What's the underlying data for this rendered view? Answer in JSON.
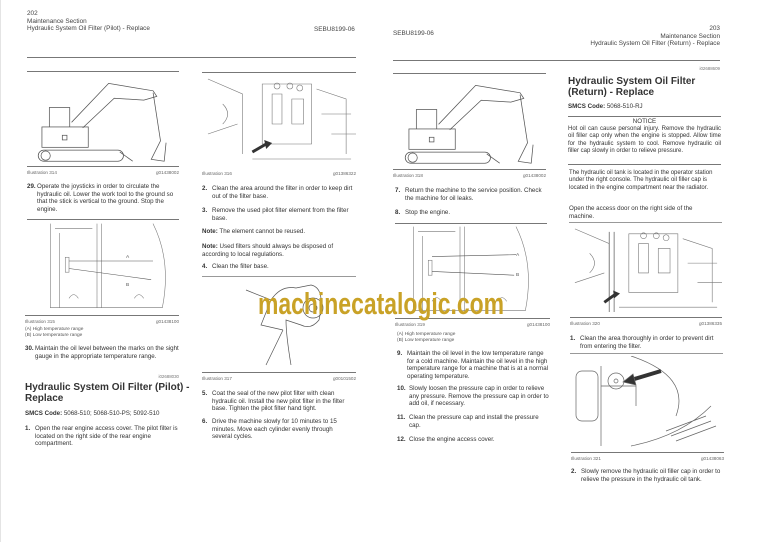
{
  "left_page": {
    "page_number": "202",
    "section": "Maintenance Section",
    "topic": "Hydraulic System Oil Filter (Pilot) - Replace",
    "doc_code": "SEBU8199-06",
    "ill314": {
      "label": "Illustration 314",
      "ref": "g01438002"
    },
    "step29": {
      "num": "29.",
      "text": "Operate the joysticks in order to circulate the hydraulic oil. Lower the work tool to the ground so that the stick is vertical to the ground. Stop the engine."
    },
    "ill315": {
      "label": "Illustration 315",
      "ref": "g01438100",
      "callout_a": "A",
      "callout_b": "B",
      "legend_a": "(A) High temperature range",
      "legend_b": "(B) Low temperature range"
    },
    "step30": {
      "num": "30.",
      "text": "Maintain the oil level between the marks on the sight gauge in the appropriate temperature range."
    },
    "section_id": "i02688030",
    "heading": "Hydraulic System Oil Filter (Pilot) - Replace",
    "smcs_label": "SMCS Code:",
    "smcs_value": "5068-510; 5068-510-PS; 5092-510",
    "step1": {
      "num": "1.",
      "text": "Open the rear engine access cover. The pilot filter is located on the right side of the rear engine compartment."
    },
    "ill316": {
      "label": "Illustration 316",
      "ref": "g01386322"
    },
    "step2": {
      "num": "2.",
      "text": "Clean the area around the filter in order to keep dirt out of the filter base."
    },
    "step3": {
      "num": "3.",
      "text": "Remove the used pilot filter element from the filter base."
    },
    "note1": {
      "label": "Note:",
      "text": "The element cannot be reused."
    },
    "note2": {
      "label": "Note:",
      "text": "Used filters should always be disposed of according to local regulations."
    },
    "step4": {
      "num": "4.",
      "text": "Clean the filter base."
    },
    "ill317": {
      "label": "Illustration 317",
      "ref": "g00101502"
    },
    "step5": {
      "num": "5.",
      "text": "Coat the seal of the new pilot filter with clean hydraulic oil. Install the new pilot filter in the filter base. Tighten the pilot filter hand tight."
    },
    "step6": {
      "num": "6.",
      "text": "Drive the machine slowly for 10 minutes to 15 minutes. Move each cylinder evenly through several cycles."
    }
  },
  "right_page": {
    "doc_code": "SEBU8199-06",
    "page_number": "203",
    "section": "Maintenance Section",
    "topic": "Hydraulic System Oil Filter (Return) - Replace",
    "ill318": {
      "label": "Illustration 318",
      "ref": "g01438002"
    },
    "step7": {
      "num": "7.",
      "text": "Return the machine to the service position. Check the machine for oil leaks."
    },
    "step8": {
      "num": "8.",
      "text": "Stop the engine."
    },
    "ill319": {
      "label": "Illustration 319",
      "ref": "g01438100",
      "callout_a": "A",
      "callout_b": "B",
      "legend_a": "(A) High temperature range",
      "legend_b": "(B) Low temperature range"
    },
    "step9": {
      "num": "9.",
      "text": "Maintain the oil level in the low temperature range for a cold machine. Maintain the oil level in the high temperature range for a machine that is at a normal operating temperature."
    },
    "step10": {
      "num": "10.",
      "text": "Slowly loosen the pressure cap in order to relieve any pressure. Remove the pressure cap in order to add oil, if necessary."
    },
    "step11": {
      "num": "11.",
      "text": "Clean the pressure cap and install the pressure cap."
    },
    "step12": {
      "num": "12.",
      "text": "Close the engine access cover."
    },
    "section_id": "i02688609",
    "heading": "Hydraulic System Oil Filter (Return) - Replace",
    "smcs_label": "SMCS Code:",
    "smcs_value": "5068-510-RJ",
    "notice_title": "NOTICE",
    "notice_text": "Hot oil can cause personal injury. Remove the hydraulic oil filler cap only when the engine is stopped. Allow time for the hydraulic system to cool. Remove hydraulic oil filler cap slowly in order to relieve pressure.",
    "para1": "The hydraulic oil tank is located in the operator station under the right console. The hydraulic oil filler cap is located in the engine compartment near the radiator.",
    "para2": "Open the access door on the right side of the machine.",
    "ill320": {
      "label": "Illustration 320",
      "ref": "g01386335"
    },
    "step1": {
      "num": "1.",
      "text": "Clean the area thoroughly in order to prevent dirt from entering the filter."
    },
    "ill321": {
      "label": "Illustration 321",
      "ref": "g01438063"
    },
    "step2": {
      "num": "2.",
      "text": "Slowly remove the hydraulic oil filler cap in order to relieve the pressure in the hydraulic oil tank."
    }
  },
  "watermark": "machinecatalogic.com",
  "colors": {
    "watermark": "#c9a227",
    "text": "#333333"
  }
}
